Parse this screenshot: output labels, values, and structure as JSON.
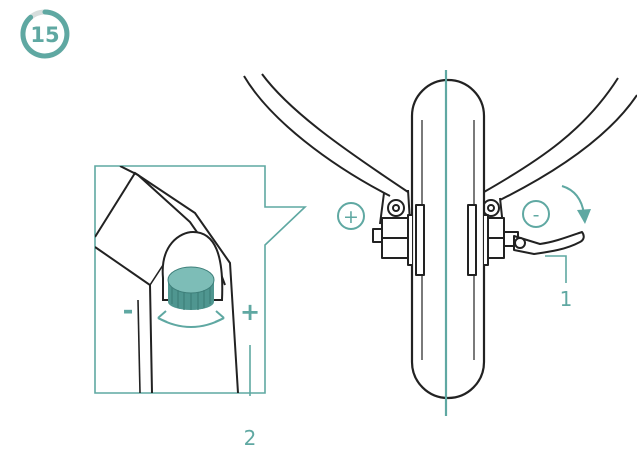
{
  "step": {
    "number": "15"
  },
  "labels": {
    "callout_1": "1",
    "callout_2": "2",
    "detail_minus": "-",
    "detail_plus": "+",
    "brake_plus": "+",
    "brake_minus": "-"
  },
  "colors": {
    "accent": "#5fa8a2",
    "knob": "#4f9690",
    "line": "#222222",
    "step_ring_track": "#d6dddc"
  },
  "icons": {
    "step_badge": "numbered-circle",
    "rotate_arrow": "curved-double-arrow",
    "lever_arrow": "curved-down-arrow"
  }
}
